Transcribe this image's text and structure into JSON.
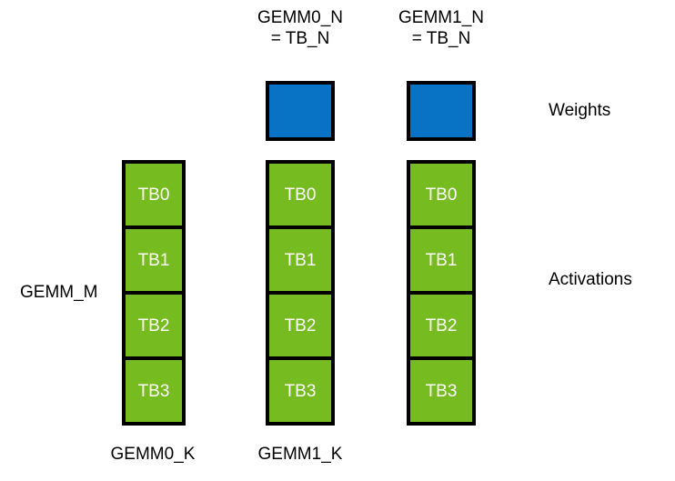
{
  "diagram": {
    "title_labels": {
      "gemm0_n": "GEMM0_N\n= TB_N",
      "gemm1_n": "GEMM1_N\n= TB_N"
    },
    "side_labels": {
      "weights": "Weights",
      "activations": "Activations",
      "gemm_m": "GEMM_M"
    },
    "bottom_labels": {
      "gemm0_k": "GEMM0_K",
      "gemm1_k": "GEMM1_K"
    },
    "colors": {
      "weights_fill": "#0872C4",
      "activations_fill": "#76BC21",
      "outline": "#000000",
      "background": "#ffffff",
      "tile_text": "#ffffff",
      "label_text": "#000000"
    },
    "weight_blocks": [
      {
        "name": "gemm0-weight-block",
        "label": ""
      },
      {
        "name": "gemm1-weight-block",
        "label": ""
      }
    ],
    "activation_columns": [
      {
        "name": "activation-column-0",
        "tiles": [
          "TB0",
          "TB1",
          "TB2",
          "TB3"
        ]
      },
      {
        "name": "activation-column-1",
        "tiles": [
          "TB0",
          "TB1",
          "TB2",
          "TB3"
        ]
      },
      {
        "name": "activation-column-2",
        "tiles": [
          "TB0",
          "TB1",
          "TB2",
          "TB3"
        ]
      }
    ]
  }
}
